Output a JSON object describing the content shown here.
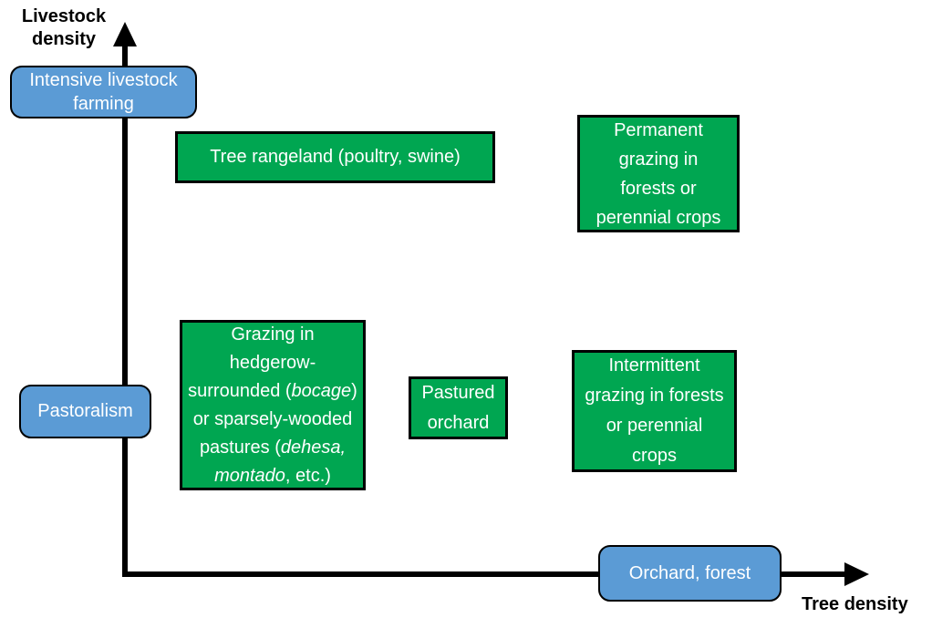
{
  "colors": {
    "green_box": "#00a651",
    "blue_box": "#5b9bd5",
    "axis": "#000000",
    "box_text": "#ffffff"
  },
  "axes": {
    "y_label_line1": "Livestock",
    "y_label_line2": "density",
    "x_label": "Tree density"
  },
  "blue_boxes": {
    "intensive": {
      "lines": [
        [
          {
            "t": "Intensive livestock"
          }
        ],
        [
          {
            "t": "farming"
          }
        ]
      ]
    },
    "pastoralism": {
      "label": "Pastoralism"
    },
    "orchard_forest": {
      "label": "Orchard, forest"
    }
  },
  "green_boxes": {
    "tree_rangeland": {
      "label": "Tree rangeland (poultry, swine)"
    },
    "permanent_grazing": {
      "lines": [
        [
          {
            "t": "Permanent"
          }
        ],
        [
          {
            "t": "grazing in"
          }
        ],
        [
          {
            "t": "forests or"
          }
        ],
        [
          {
            "t": "perennial crops"
          }
        ]
      ]
    },
    "grazing_hedgerow": {
      "lines": [
        [
          {
            "t": "Grazing in"
          }
        ],
        [
          {
            "t": "hedgerow-"
          }
        ],
        [
          {
            "t": "surrounded ("
          },
          {
            "t": "bocage",
            "i": true
          },
          {
            "t": ")"
          }
        ],
        [
          {
            "t": "or sparsely-wooded"
          }
        ],
        [
          {
            "t": "pastures ("
          },
          {
            "t": "dehesa,",
            "i": true
          }
        ],
        [
          {
            "t": "montado",
            "i": true
          },
          {
            "t": ", etc.)"
          }
        ]
      ]
    },
    "pastured_orchard": {
      "lines": [
        [
          {
            "t": "Pastured"
          }
        ],
        [
          {
            "t": "orchard"
          }
        ]
      ]
    },
    "intermittent_grazing": {
      "lines": [
        [
          {
            "t": "Intermittent"
          }
        ],
        [
          {
            "t": "grazing in forests"
          }
        ],
        [
          {
            "t": "or perennial"
          }
        ],
        [
          {
            "t": "crops"
          }
        ]
      ]
    }
  }
}
